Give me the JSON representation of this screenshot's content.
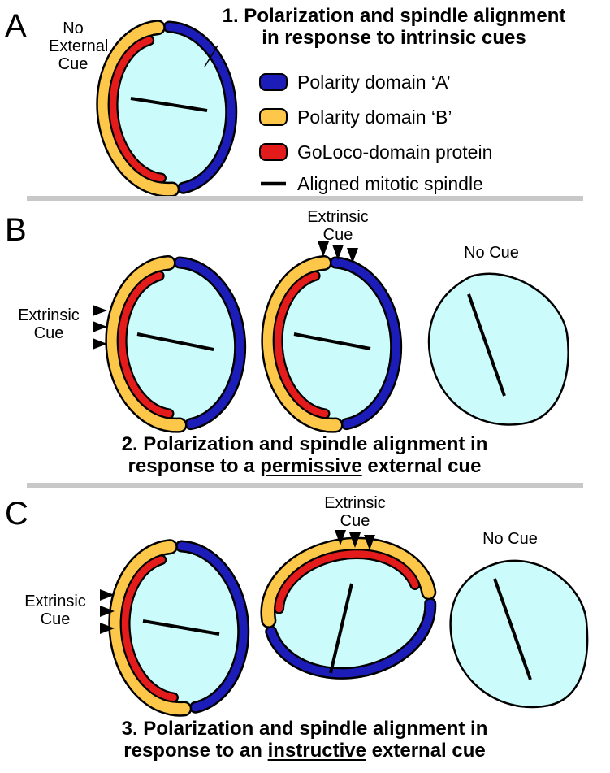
{
  "colors": {
    "domain_a": "#1c1cb8",
    "domain_b": "#fdc84a",
    "goloco": "#e31b1b",
    "cytoplasm": "#ccfbfb",
    "separator": "#c8c8c8"
  },
  "panel_a": {
    "letter": "A",
    "side_label_line1": "No",
    "side_label_line2": "External",
    "side_label_line3": "Cue",
    "title_line1": "1. Polarization and spindle alignment",
    "title_line2": "in response to intrinsic cues"
  },
  "legend": {
    "items": [
      {
        "label": "Polarity domain ‘A’",
        "icon": "blue-swatch"
      },
      {
        "label": "Polarity domain ‘B’",
        "icon": "yellow-swatch"
      },
      {
        "label": "GoLoco-domain protein",
        "icon": "red-swatch"
      },
      {
        "label": "Aligned mitotic spindle",
        "icon": "black-bar"
      }
    ]
  },
  "panel_b": {
    "letter": "B",
    "cue_left_line1": "Extrinsic",
    "cue_left_line2": "Cue",
    "cue_top_line1": "Extrinsic",
    "cue_top_line2": "Cue",
    "no_cue": "No Cue",
    "caption_line1": "2. Polarization and spindle alignment in",
    "caption_line2_pre": "response to a ",
    "caption_line2_emph": "permissive",
    "caption_line2_post": " external cue"
  },
  "panel_c": {
    "letter": "C",
    "cue_left_line1": "Extrinsic",
    "cue_left_line2": "Cue",
    "cue_top_line1": "Extrinsic",
    "cue_top_line2": "Cue",
    "no_cue": "No Cue",
    "caption_line1": "3. Polarization and spindle alignment in",
    "caption_line2_pre": "response to an ",
    "caption_line2_emph": "instructive",
    "caption_line2_post": " external cue"
  }
}
